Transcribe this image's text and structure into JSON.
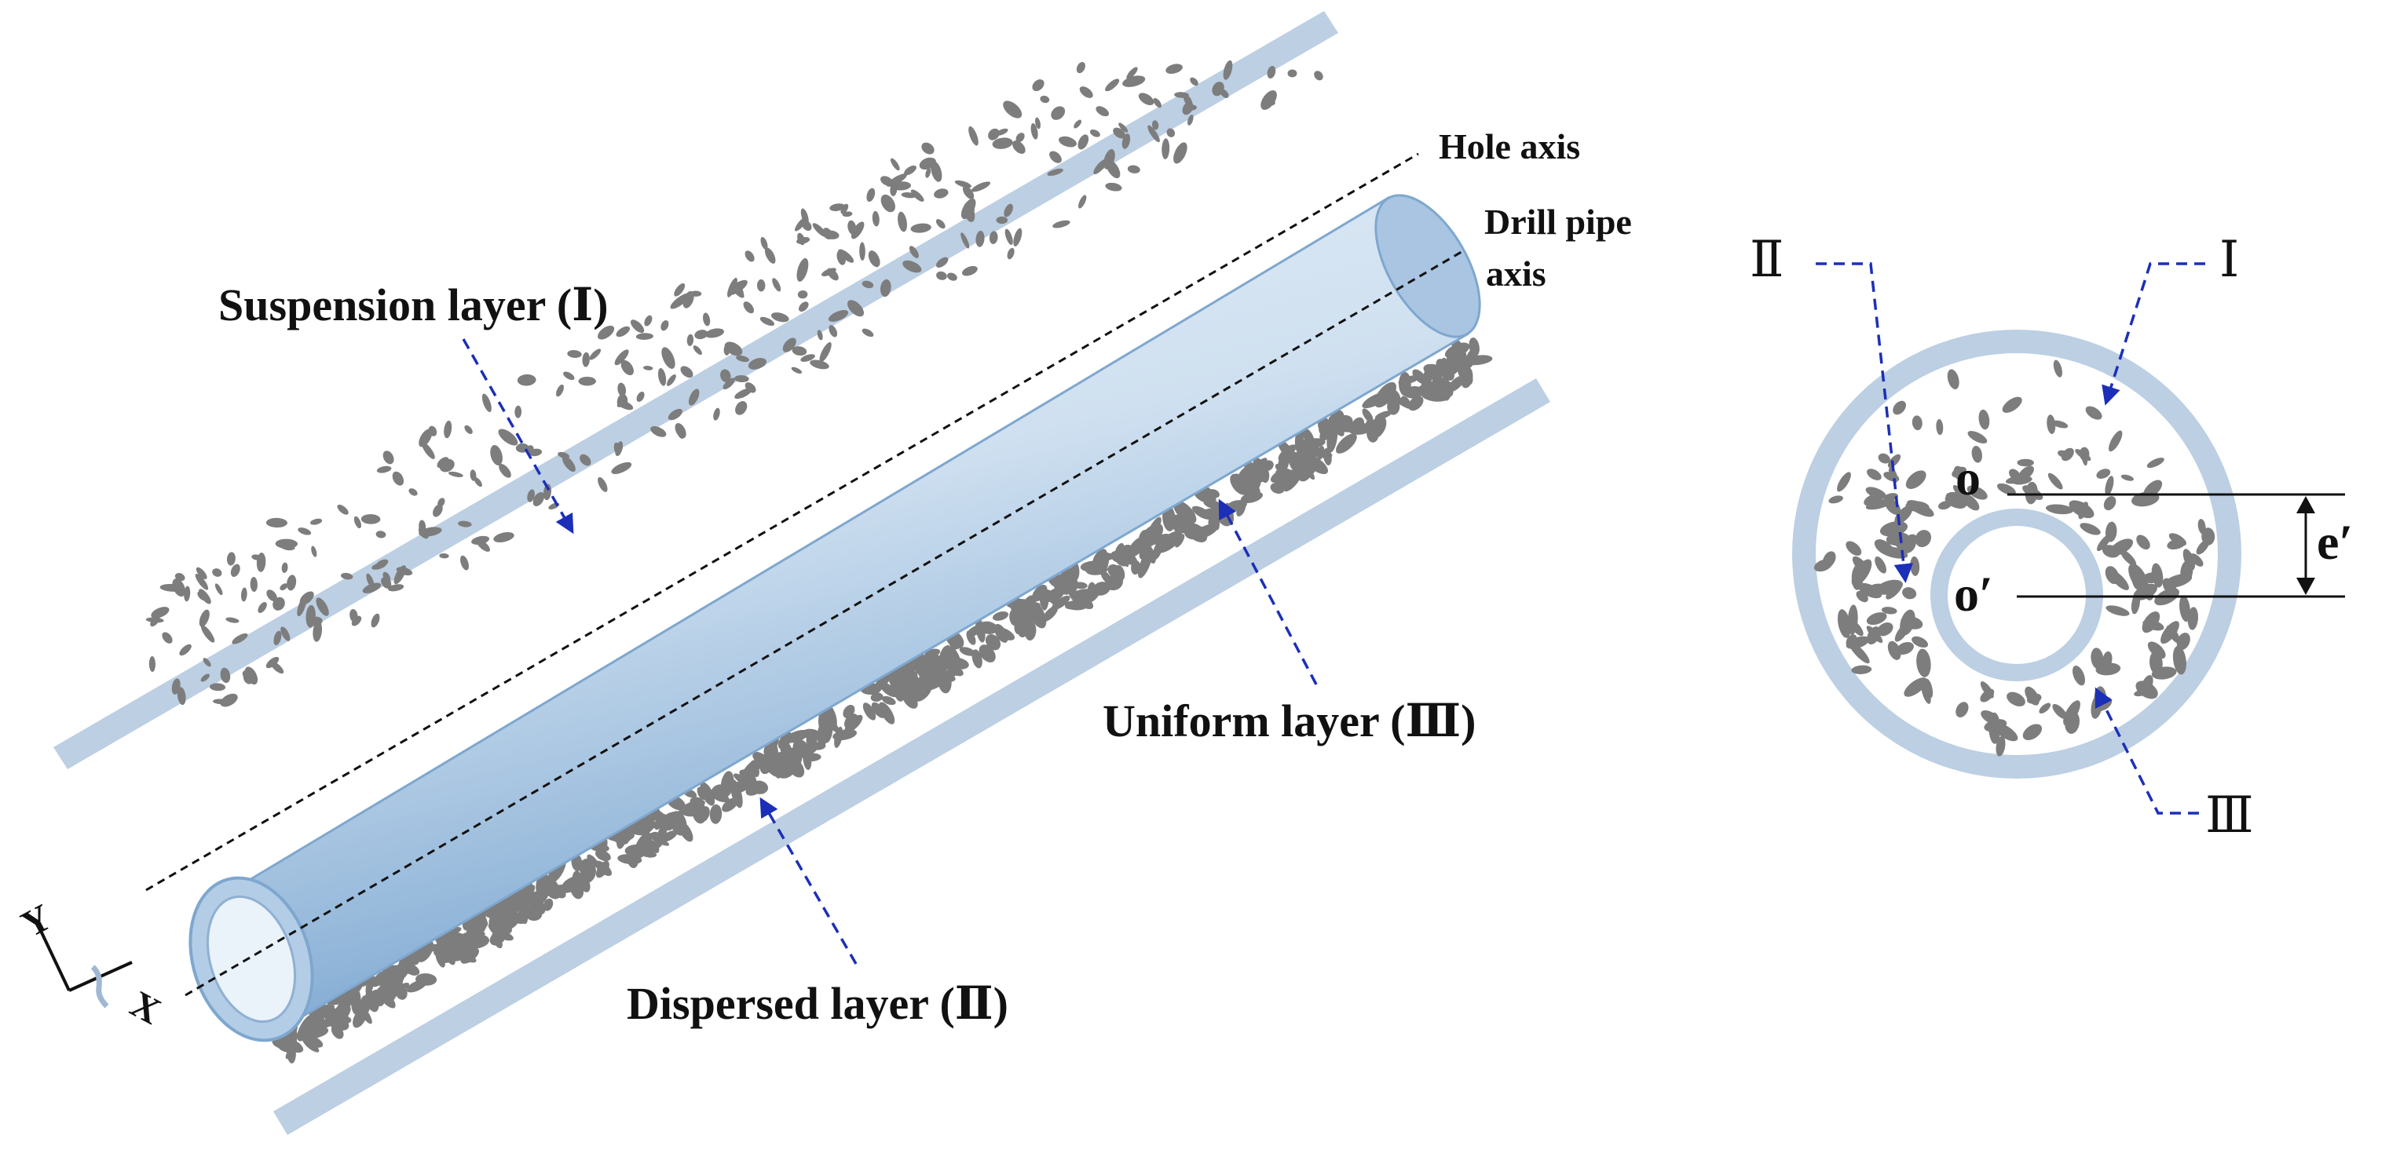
{
  "labels": {
    "hole_axis": "Hole axis",
    "drill_pipe_axis_line1": "Drill pipe",
    "drill_pipe_axis_line2": "axis",
    "suspension_layer": "Suspension layer (Ⅰ)",
    "uniform_layer": "Uniform layer (Ⅲ)",
    "dispersed_layer": "Dispersed layer (Ⅱ)",
    "axis_x": "X",
    "axis_y": "Y"
  },
  "cross_section": {
    "roman_I": "Ⅰ",
    "roman_II": "Ⅱ",
    "roman_III": "Ⅲ",
    "center_o": "o",
    "center_o_prime": "o′",
    "eccentricity": "e′"
  },
  "colors": {
    "wall": "#bccfe3",
    "pipe_light": "#dce9f5",
    "pipe_dark": "#6f9bc8",
    "pipe_edge": "#7ea7cf",
    "particle": "#7d7d7d",
    "arrow": "#1c2fb8",
    "axis_line": "#111111"
  }
}
